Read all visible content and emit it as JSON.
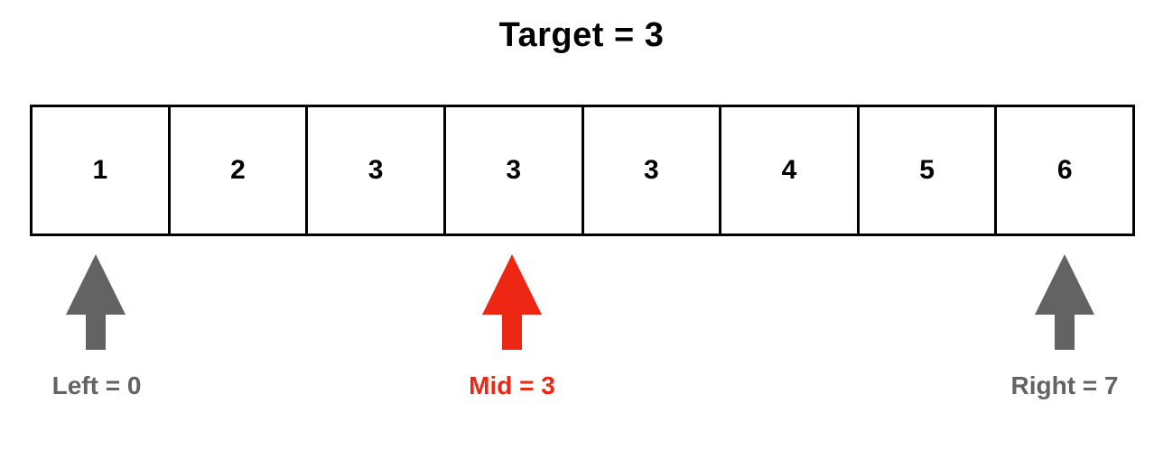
{
  "title": "Target = 3",
  "array": {
    "cells": [
      "1",
      "2",
      "3",
      "3",
      "3",
      "4",
      "5",
      "6"
    ]
  },
  "pointers": {
    "left": {
      "label": "Left = 0",
      "color": "#636363"
    },
    "mid": {
      "label": "Mid = 3",
      "color": "#EE2614"
    },
    "right": {
      "label": "Right = 7",
      "color": "#636363"
    }
  }
}
